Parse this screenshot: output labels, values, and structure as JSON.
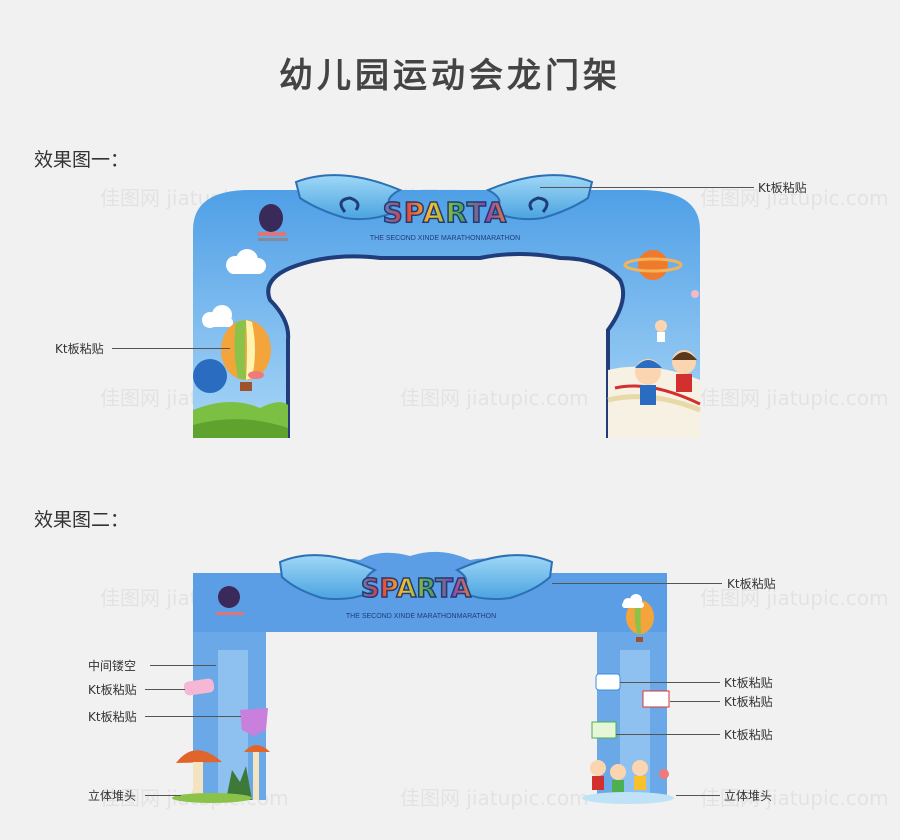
{
  "title": "幼儿园运动会龙门架",
  "section1": "效果图一：",
  "section2": "效果图二：",
  "arch": {
    "logo": "SPARTA",
    "subtitle": "THE SECOND XINDE MARATHONMARATHON"
  },
  "labels": {
    "kt": "Kt板粘贴",
    "hollow": "中间镂空",
    "stand": "立体堆头"
  },
  "watermark": "佳图网 jiatupic.com",
  "colors": {
    "sky": "#5aa6e6",
    "navy": "#1f3d7a",
    "wing": "#7fc6ee",
    "grass": "#7cc043",
    "banner2": "#6aa8e8"
  }
}
